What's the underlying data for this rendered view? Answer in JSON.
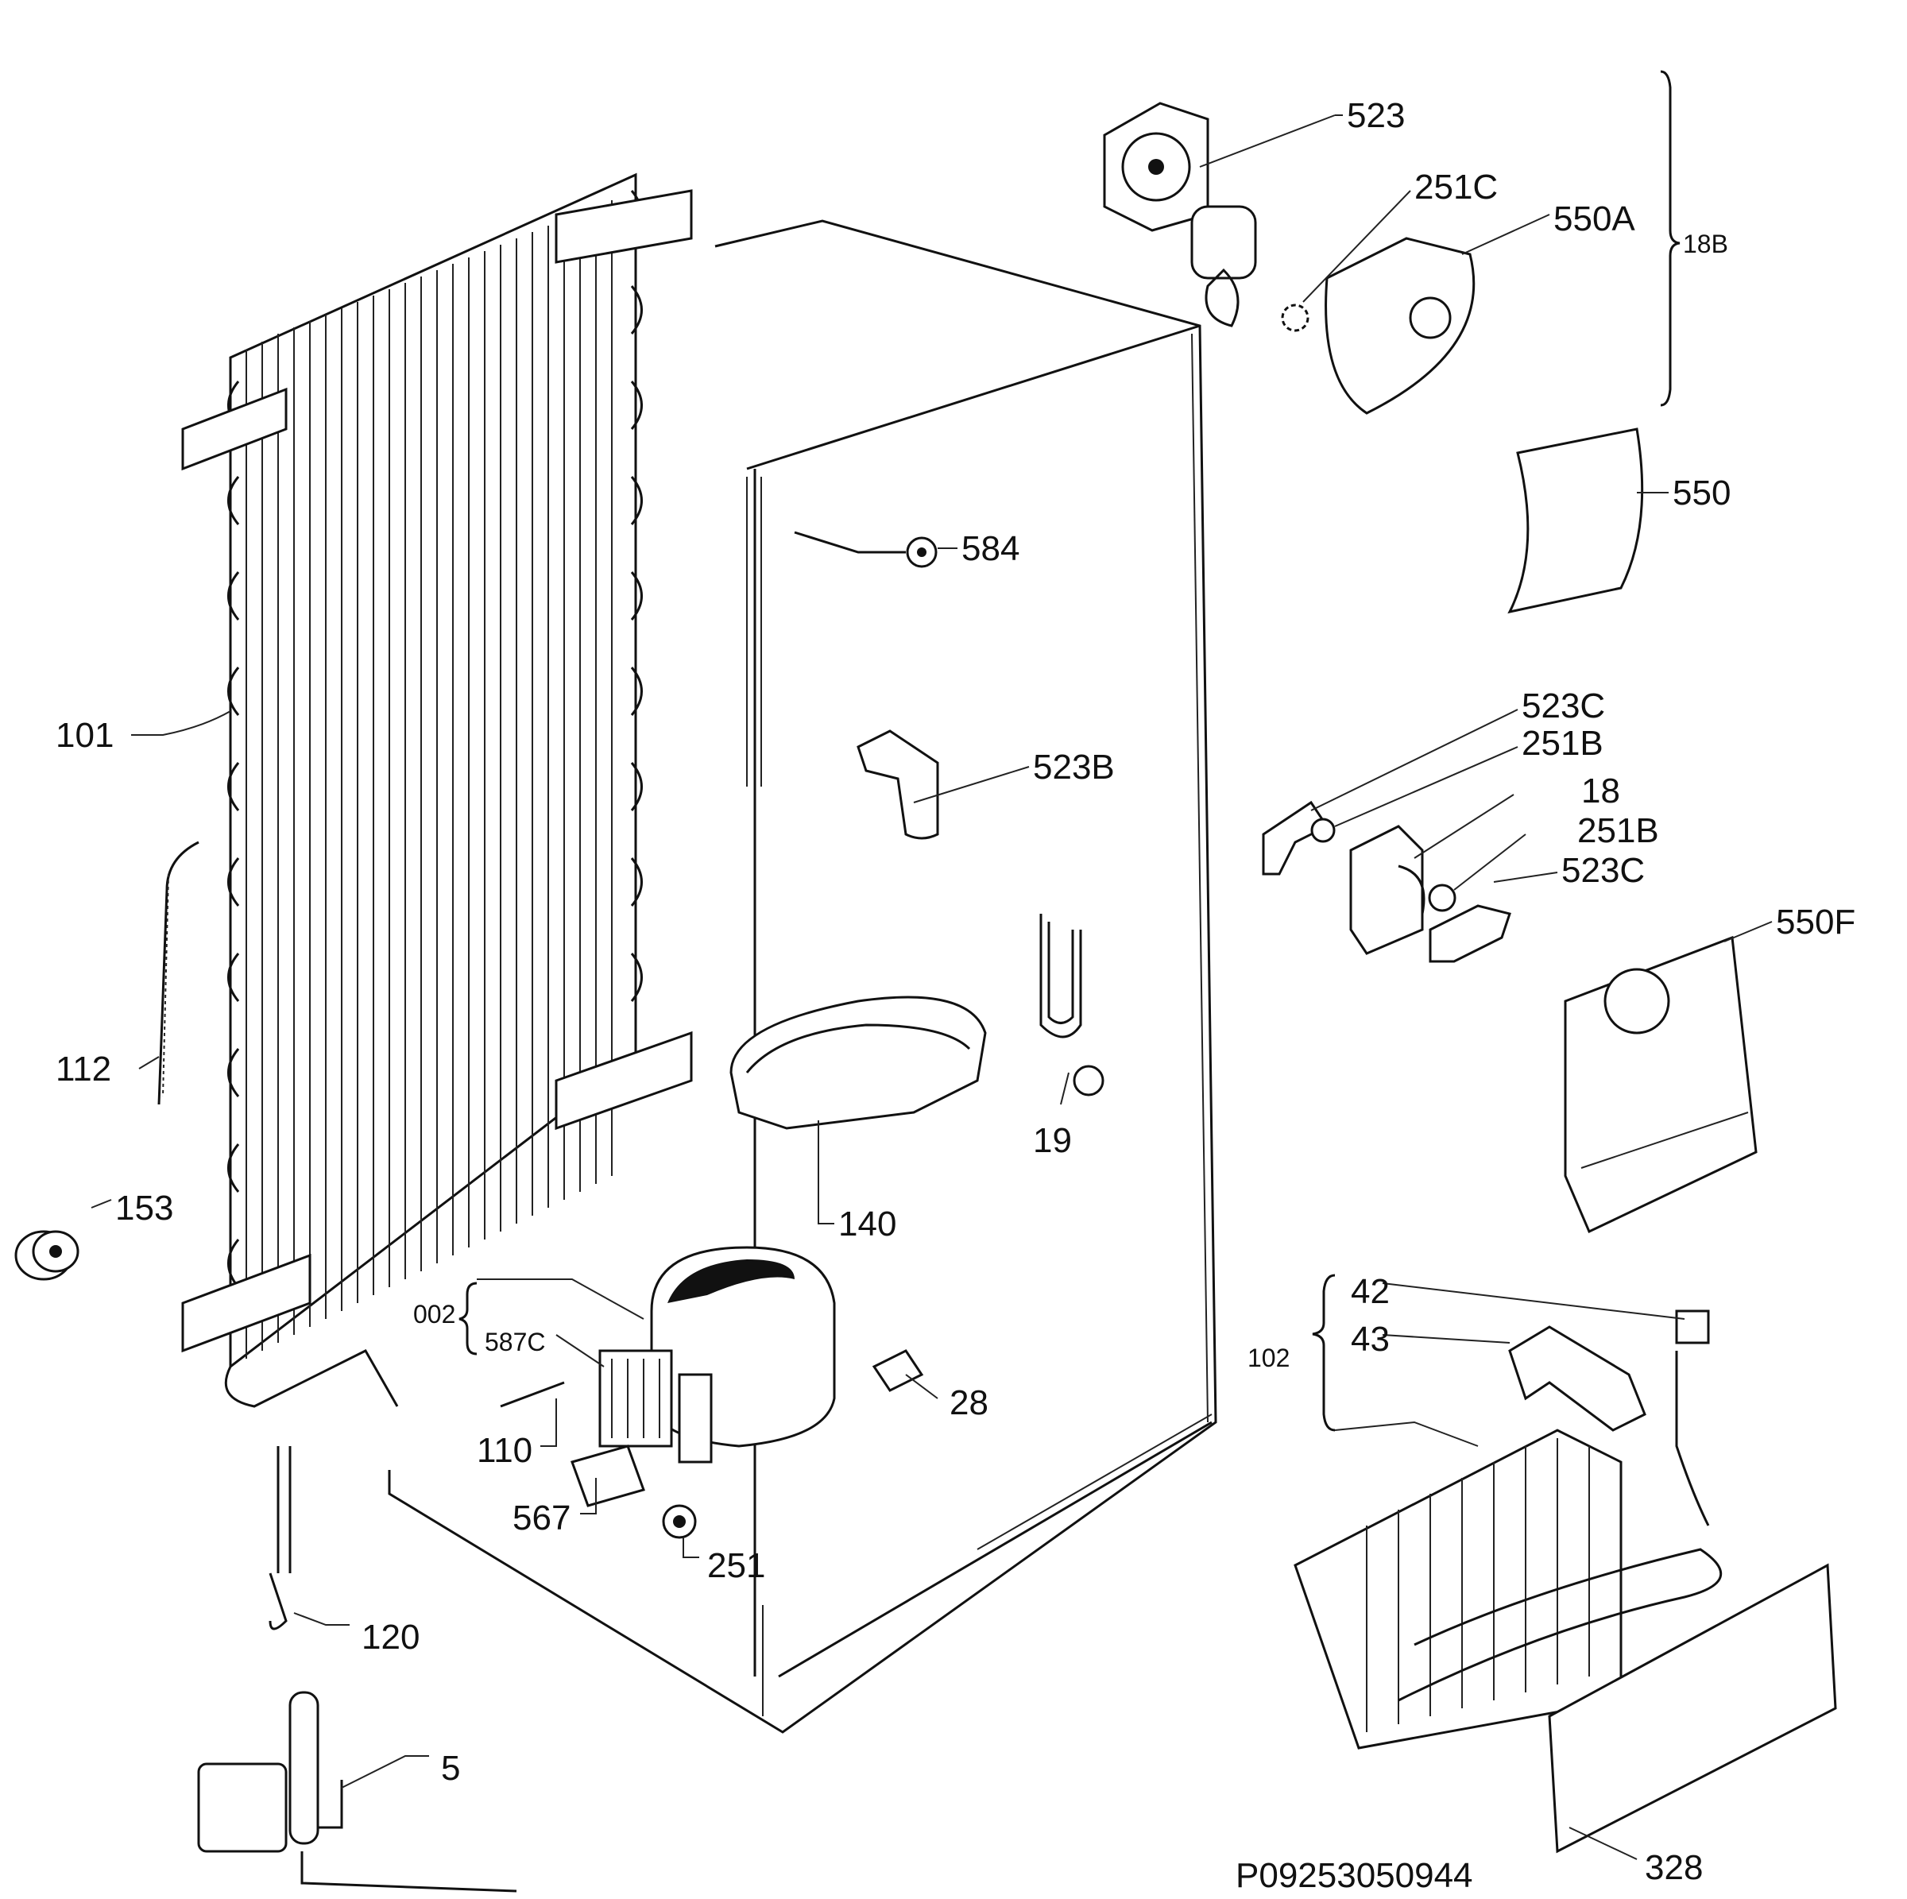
{
  "diagram_code": "P09253050944",
  "labels": {
    "l523": "523",
    "l251C": "251C",
    "l550A": "550A",
    "l18B": "18B",
    "l550": "550",
    "l584": "584",
    "l101": "101",
    "l523B": "523B",
    "l523C_top": "523C",
    "l251B_top": "251B",
    "l18": "18",
    "l251B_bot": "251B",
    "l523C_bot": "523C",
    "l550F": "550F",
    "l112": "112",
    "l19": "19",
    "l153": "153",
    "l140": "140",
    "l002": "002",
    "l587C": "587C",
    "l28": "28",
    "l42": "42",
    "l43": "43",
    "l102": "102",
    "l110": "110",
    "l567": "567",
    "l251": "251",
    "l120": "120",
    "l5": "5",
    "l328": "328"
  }
}
